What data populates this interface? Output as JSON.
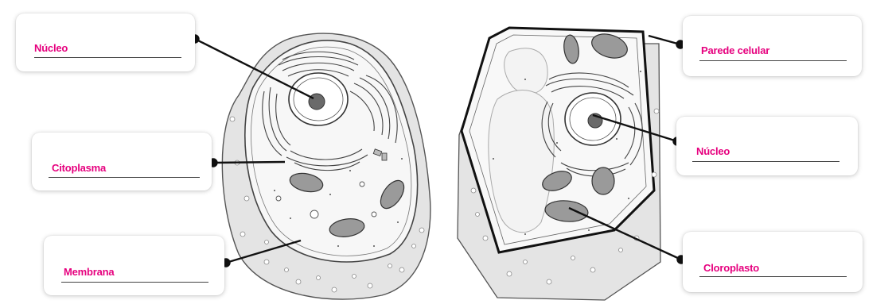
{
  "accent_color": "#e6007e",
  "left_cell": {
    "labels": {
      "nucleo": "Núcleo",
      "citoplasma": "Citoplasma",
      "membrana": "Membrana"
    }
  },
  "right_cell": {
    "labels": {
      "parede_celular": "Parede celular",
      "nucleo": "Núcleo",
      "cloroplasto": "Cloroplasto"
    }
  }
}
